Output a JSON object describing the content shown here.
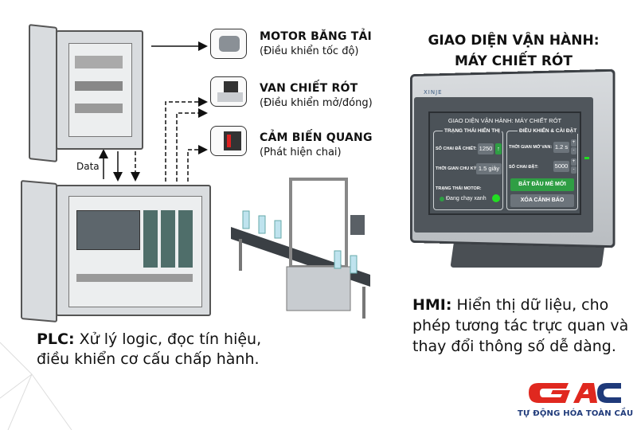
{
  "devices": [
    {
      "title": "MOTOR BĂNG TẢI",
      "subtitle": "(Điều khiển tốc độ)",
      "icon": "motor-icon"
    },
    {
      "title": "VAN CHIẾT RÓT",
      "subtitle": "(Điều khiển mở/đóng)",
      "icon": "valve-icon"
    },
    {
      "title": "CẢM BIẾN QUANG",
      "subtitle": "(Phát hiện chai)",
      "icon": "photo-sensor-icon"
    }
  ],
  "data_label": "Data",
  "plc_caption": {
    "bold": "PLC:",
    "text": " Xử lý logic, đọc tín hiệu, điều khiển cơ cấu chấp hành."
  },
  "hmi_heading": {
    "line1": "GIAO DIỆN VẬN HÀNH:",
    "line2": "MÁY CHIẾT RÓT"
  },
  "hmi_caption": {
    "bold": "HMI:",
    "text": " Hiển thị dữ liệu, cho phép tương tác trực quan và thay đổi thông số dễ dàng."
  },
  "hmi": {
    "brand": "XINJE",
    "title": "GIAO DIỆN VẬN HÀNH: MÁY CHIẾT RÓT",
    "status_panel": {
      "title": "TRẠNG THÁI HIỂN THỊ",
      "bottles_label": "SỐ CHAI ĐÃ CHIẾT:",
      "bottles_value": "1250",
      "cycle_label": "THỜI GIAN CHU KỲ:",
      "cycle_value": "1.5 giây",
      "motor_label": "TRẠNG THÁI MOTOR:",
      "motor_value": "Đang chạy xanh"
    },
    "control_panel": {
      "title": "ĐIỀU KHIỂN & CÀI ĐẶT",
      "valve_label": "THỜI GIAN MỞ VAN:",
      "valve_value": "1.2 s",
      "count_label": "SỐ CHAI ĐẶT:",
      "count_value": "5000",
      "plus": "+",
      "minus": "-",
      "start_button": "BẮT ĐẦU MẺ MỚI",
      "clear_button": "XÓA CẢNH BÁO"
    },
    "colors": {
      "green": "#2f9e44",
      "led": "#22dd22"
    }
  },
  "logo": {
    "letters": "GAC",
    "tagline": "TỰ ĐỘNG HÓA TOÀN CẦU",
    "red": "#e0281f",
    "blue": "#1f3a7a"
  }
}
